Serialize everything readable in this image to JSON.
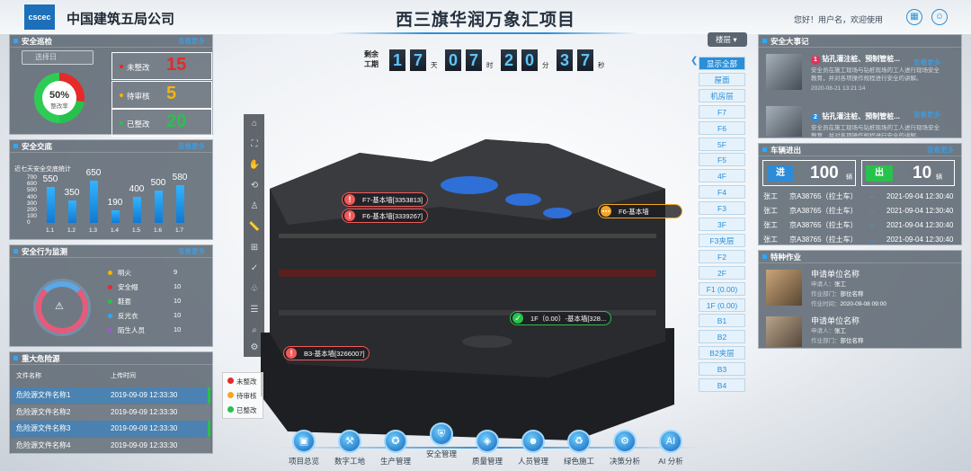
{
  "header": {
    "logo": "cscec",
    "company": "中国建筑五局公司",
    "title": "西三旗华润万象汇项目",
    "greeting": "您好！用户名，欢迎使用"
  },
  "safety": {
    "title": "安全巡检",
    "more": "查看更多",
    "date_placeholder": "选择日",
    "percent": "50%",
    "percent_label": "整改率",
    "rate": 0.5,
    "stats": [
      {
        "label": "未整改",
        "value": "15",
        "color": "#e52a2a"
      },
      {
        "label": "待审核",
        "value": "5",
        "color": "#f5b400"
      },
      {
        "label": "已整改",
        "value": "20",
        "color": "#27c24c"
      }
    ]
  },
  "exchange": {
    "title": "安全交底",
    "more": "查看更多",
    "subtitle": "近七天安全交底统计",
    "chart_data": {
      "type": "bar",
      "categories": [
        "1.1",
        "1.2",
        "1.3",
        "1.4",
        "1.5",
        "1.6",
        "1.7"
      ],
      "values": [
        550,
        350,
        650,
        190,
        400,
        500,
        580
      ],
      "yticks": [
        "700",
        "600",
        "500",
        "400",
        "300",
        "200",
        "100",
        "0"
      ],
      "ylim": [
        0,
        700
      ]
    }
  },
  "behavior": {
    "title": "安全行为监测",
    "more": "查看更多",
    "items": [
      {
        "label": "明火",
        "value": "9",
        "color": "#f5b400"
      },
      {
        "label": "安全帽",
        "value": "10",
        "color": "#e52a2a"
      },
      {
        "label": "鞋套",
        "value": "10",
        "color": "#27c24c"
      },
      {
        "label": "反光衣",
        "value": "10",
        "color": "#2ea7ff"
      },
      {
        "label": "陌生人员",
        "value": "10",
        "color": "#9b59d0"
      }
    ]
  },
  "hazards": {
    "title": "重大危险源",
    "col_name": "文件名称",
    "col_time": "上传时间",
    "rows": [
      {
        "name": "危险源文件名称1",
        "time": "2019-09-09 12:33:30"
      },
      {
        "name": "危险源文件名称2",
        "time": "2019-09-09 12:33:30"
      },
      {
        "name": "危险源文件名称3",
        "time": "2019-09-09 12:33:30"
      },
      {
        "name": "危险源文件名称4",
        "time": "2019-09-09 12:33:30"
      }
    ]
  },
  "countdown": {
    "label1": "剩余",
    "label2": "工期",
    "d": [
      "1",
      "7"
    ],
    "h": [
      "0",
      "7"
    ],
    "m": [
      "2",
      "0"
    ],
    "s": [
      "3",
      "7"
    ],
    "u_day": "天",
    "u_hour": "时",
    "u_min": "分",
    "u_sec": "秒"
  },
  "floors": {
    "dropdown": "楼层",
    "items": [
      "显示全部",
      "屋面",
      "机房层",
      "F7",
      "F6",
      "5F",
      "F5",
      "4F",
      "F4",
      "F3",
      "3F",
      "F3夹层",
      "F2",
      "2F",
      "F1 (0.00)",
      "1F (0.00)",
      "B1",
      "B2",
      "B2夹层",
      "B3",
      "B4"
    ]
  },
  "tags": [
    {
      "text": "F7-基本墙[3353813]",
      "icon": "!",
      "color": "#f05a5a"
    },
    {
      "text": "F6-基本墙[3339267]",
      "icon": "!",
      "color": "#f05a5a"
    },
    {
      "text": "F6-基本墙",
      "icon": "⋯",
      "color": "#f5a623"
    },
    {
      "text": "1F（0.00）-基本墙[328...",
      "icon": "✓",
      "color": "#27c24c"
    },
    {
      "text": "B3-基本墙[3266007]",
      "icon": "!",
      "color": "#f05a5a"
    }
  ],
  "legend": [
    {
      "label": "未整改",
      "color": "#e52a2a"
    },
    {
      "label": "待审核",
      "color": "#f5a623"
    },
    {
      "label": "已整改",
      "color": "#27c24c"
    }
  ],
  "events": {
    "title": "安全大事记",
    "more": "查看更多",
    "items": [
      {
        "num": "1",
        "title": "钻孔灌注桩、预制管桩...",
        "desc": "安全员在施工现场与钻桩现场的工人进行现场安全教育，并对各项操作规程进行安全的讲解。",
        "date": "2020-08-21 13:21:14"
      },
      {
        "num": "2",
        "title": "钻孔灌注桩、预制管桩...",
        "desc": "安全员在施工现场与钻桩现场的工人进行现场安全教育，并对各项操作规程进行安全的讲解。",
        "date": ""
      }
    ]
  },
  "vehicles": {
    "title": "车辆进出",
    "more": "查看更多",
    "in_label": "进",
    "in_value": "100",
    "out_label": "出",
    "out_value": "10",
    "unit": "辆",
    "rows": [
      {
        "name": "张工",
        "plate": "京A38765（拉土车）",
        "time": "2021-09-04 12:30:40"
      },
      {
        "name": "张工",
        "plate": "京A38765（拉土车）",
        "time": "2021-09-04 12:30:40"
      },
      {
        "name": "张工",
        "plate": "京A38765（拉土车）",
        "time": "2021-09-04 12:30:40"
      },
      {
        "name": "张工",
        "plate": "京A38765（拉土车）",
        "time": "2021-09-04 12:30:40"
      }
    ]
  },
  "special": {
    "title": "特种作业",
    "items": [
      {
        "org": "申请单位名称",
        "k1": "申请人：",
        "v1": "张工",
        "k2": "作业部门：",
        "v2": "部位名称",
        "k3": "作业时间：",
        "v3": "2020-09-08 09:00"
      },
      {
        "org": "申请单位名称",
        "k1": "申请人：",
        "v1": "张工",
        "k2": "作业部门：",
        "v2": "部位名称",
        "k3": "",
        "v3": ""
      }
    ]
  },
  "nav": [
    "项目总览",
    "数字工地",
    "生产管理",
    "安全管理",
    "质量管理",
    "人员管理",
    "绿色施工",
    "决策分析",
    "AI 分析"
  ]
}
